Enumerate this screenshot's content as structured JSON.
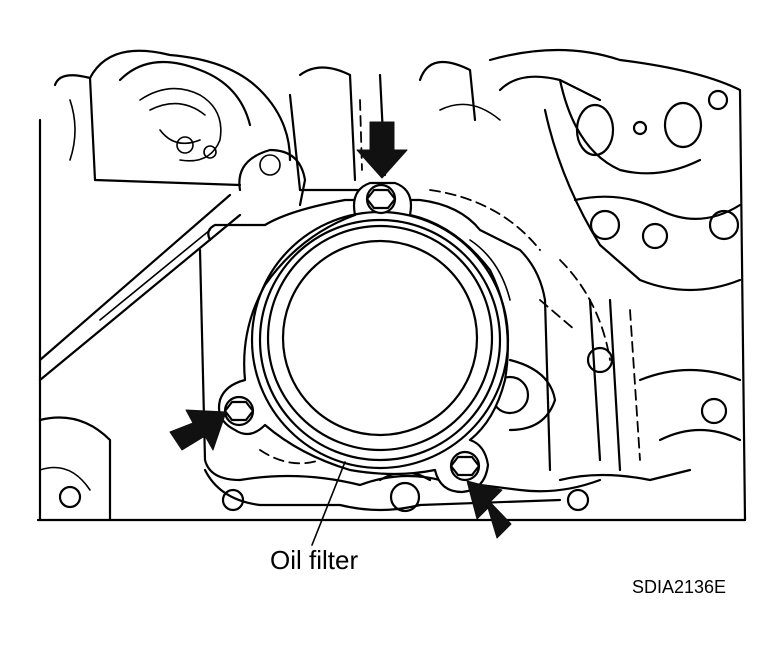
{
  "callout": {
    "label": "Oil filter"
  },
  "figure_code": "SDIA2136E",
  "arrows": [
    {
      "name": "top-bolt-arrow",
      "direction": "down"
    },
    {
      "name": "left-bolt-arrow",
      "direction": "right"
    },
    {
      "name": "right-bolt-arrow",
      "direction": "up-left"
    }
  ],
  "colors": {
    "line": "#000000",
    "background": "#ffffff",
    "arrow": "#111111"
  }
}
